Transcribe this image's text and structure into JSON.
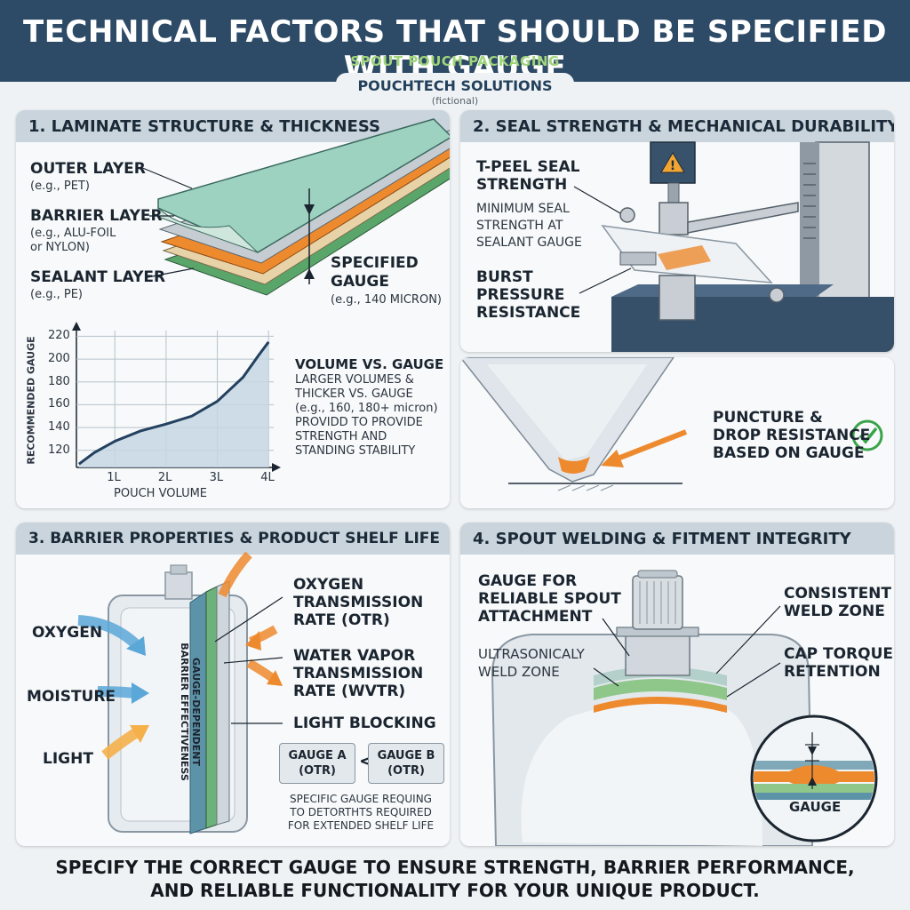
{
  "header": {
    "title": "TECHNICAL FACTORS THAT SHOULD BE SPECIFIED WITH GAUGE",
    "subtitle": "SPOUT POUCH PACKAGING",
    "company": "POUCHTECH SOLUTIONS",
    "company_note": "(fictional)"
  },
  "panel1": {
    "title": "1. LAMINATE STRUCTURE & THICKNESS",
    "outer_layer": "OUTER LAYER",
    "outer_layer_eg": "(e.g., PET)",
    "barrier_layer": "BARRIER LAYER",
    "barrier_layer_eg1": "(e.g., ALU-FOIL",
    "barrier_layer_eg2": "or NYLON)",
    "sealant_layer": "SEALANT LAYER",
    "sealant_layer_eg": "(e.g., PE)",
    "specified_gauge1": "SPECIFIED",
    "specified_gauge2": "GAUGE",
    "specified_gauge_eg": "(e.g., 140 MICRON)",
    "volume_title": "VOLUME VS. GAUGE",
    "volume_desc": [
      "LARGER VOLUMES &",
      "THICKER VS. GAUGE",
      "(e.g., 160, 180+ micron)",
      "PROVIDD TO PROVIDE",
      "STRENGTH AND",
      "STANDING STABILITY"
    ]
  },
  "chart_data": {
    "type": "area",
    "xlabel": "POUCH VOLUME",
    "ylabel": "RECOMMENDED GAUGE",
    "x_ticks": [
      "1L",
      "2L",
      "3L",
      "4L"
    ],
    "y_ticks": [
      120,
      140,
      160,
      180,
      200,
      220
    ],
    "xlim": [
      0.25,
      4.1
    ],
    "ylim": [
      105,
      225
    ],
    "x": [
      0.3,
      0.6,
      1.0,
      1.5,
      2.0,
      2.5,
      3.0,
      3.5,
      3.8,
      4.0
    ],
    "values": [
      108,
      118,
      128,
      137,
      143,
      150,
      163,
      184,
      203,
      215
    ]
  },
  "panel2": {
    "title": "2. SEAL STRENGTH & MECHANICAL DURABILITY",
    "tpeel1": "T-PEEL SEAL",
    "tpeel2": "STRENGTH",
    "min_seal": [
      "MINIMUM SEAL",
      "STRENGTH AT",
      "SEALANT GAUGE"
    ],
    "burst": [
      "BURST",
      "PRESSURE",
      "RESISTANCE"
    ],
    "puncture": [
      "PUNCTURE &",
      "DROP RESISTANCE",
      "BASED ON GAUGE"
    ]
  },
  "panel3": {
    "title": "3. BARRIER PROPERTIES & PRODUCT SHELF LIFE",
    "oxygen": "OXYGEN",
    "moisture": "MOISTURE",
    "light": "LIGHT",
    "barrier_vertical1": "GAUGE-DEPENDENT",
    "barrier_vertical2": "BARRIER EFFECTIVENESS",
    "otr": [
      "OXYGEN",
      "TRANSMISSION",
      "RATE (OTR)"
    ],
    "wvtr": [
      "WATER VAPOR",
      "TRANSMISSION",
      "RATE (WVTR)"
    ],
    "light_blocking": "LIGHT BLOCKING",
    "gauge_a": "GAUGE A",
    "gauge_a_sub": "(OTR)",
    "less_than": "<",
    "gauge_b": "GAUGE B",
    "gauge_b_sub": "(OTR)",
    "shelf": [
      "SPECIFIC GAUGE REQUING",
      "TO DETORTHTS REQUIRED",
      "FOR EXTENDED SHELF LIFE"
    ]
  },
  "panel4": {
    "title": "4. SPOUT WELDING & FITMENT INTEGRITY",
    "gauge_spout": [
      "GAUGE FOR",
      "RELIABLE SPOUT",
      "ATTACHMENT"
    ],
    "ultrasonic": [
      "ULTRASONICALY",
      "WELD ZONE"
    ],
    "consistent": [
      "CONSISTENT",
      "WELD ZONE"
    ],
    "cap_torque": [
      "CAP TORQUE",
      "RETENTION"
    ],
    "gauge_label": "GAUGE"
  },
  "footer": {
    "line1": "SPECIFY THE CORRECT GAUGE TO ENSURE STRENGTH, BARRIER PERFORMANCE,",
    "line2": "AND RELIABLE FUNCTIONALITY FOR YOUR UNIQUE PRODUCT."
  },
  "colors": {
    "header_bg": "#2d4a66",
    "accent_green": "#9fd47a",
    "orange": "#ee8a2e",
    "blue_arrow": "#5aa7d8",
    "check_green": "#3aa34a"
  }
}
